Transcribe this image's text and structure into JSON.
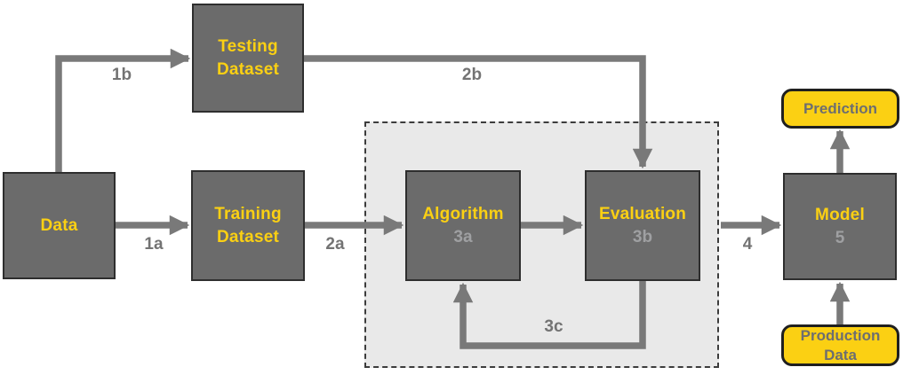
{
  "diagram": {
    "title": "machine-learning-workflow",
    "nodes": {
      "data": {
        "label": "Data"
      },
      "testing_dataset": {
        "line1": "Testing",
        "line2": "Dataset"
      },
      "training_dataset": {
        "line1": "Training",
        "line2": "Dataset"
      },
      "algorithm": {
        "label": "Algorithm",
        "step": "3a"
      },
      "evaluation": {
        "label": "Evaluation",
        "step": "3b"
      },
      "model": {
        "label": "Model",
        "step": "5"
      },
      "prediction": {
        "label": "Prediction"
      },
      "production_data": {
        "line1": "Production",
        "line2": "Data"
      }
    },
    "edge_labels": {
      "e1a": "1a",
      "e1b": "1b",
      "e2a": "2a",
      "e2b": "2b",
      "e3c": "3c",
      "e4": "4"
    },
    "colors": {
      "node_fill": "#6b6b6b",
      "node_border": "#2e2e2e",
      "accent_yellow": "#fbd013",
      "terminal_fill": "#fbd013",
      "terminal_text": "#6d6e70",
      "arrow": "#797979",
      "edge_label": "#737373",
      "step_text": "#9fa0a2",
      "panel_fill": "#e9e9e9",
      "panel_border": "#3c3c3c",
      "background": "#ffffff"
    }
  }
}
